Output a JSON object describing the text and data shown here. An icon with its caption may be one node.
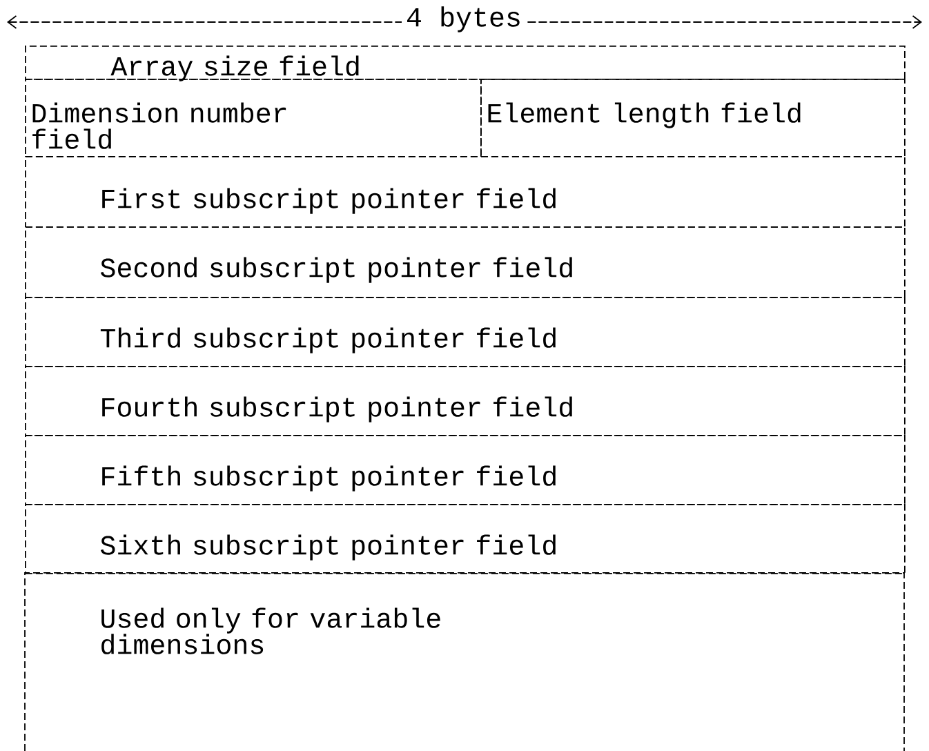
{
  "diagram": {
    "nodes": [
      {
        "text": [
          "Array size field"
        ]
      },
      {
        "text": [
          "Dimension number field"
        ]
      },
      {
        "text": [
          "Element length field"
        ]
      },
      {
        "text": [
          "First subscript pointer field"
        ]
      },
      {
        "text": [
          "Second subscript pointer field"
        ]
      },
      {
        "text": [
          "Third subscript pointer field"
        ]
      },
      {
        "text": [
          "Fourth subscript pointer field"
        ]
      },
      {
        "text": [
          "Fifth subscript pointer field"
        ]
      },
      {
        "text": [
          "Sixth subscript pointer field"
        ]
      },
      {
        "text": [
          "Used only for variable dimensions"
        ]
      }
    ],
    "labels": [
      "4 bytes"
    ]
  }
}
